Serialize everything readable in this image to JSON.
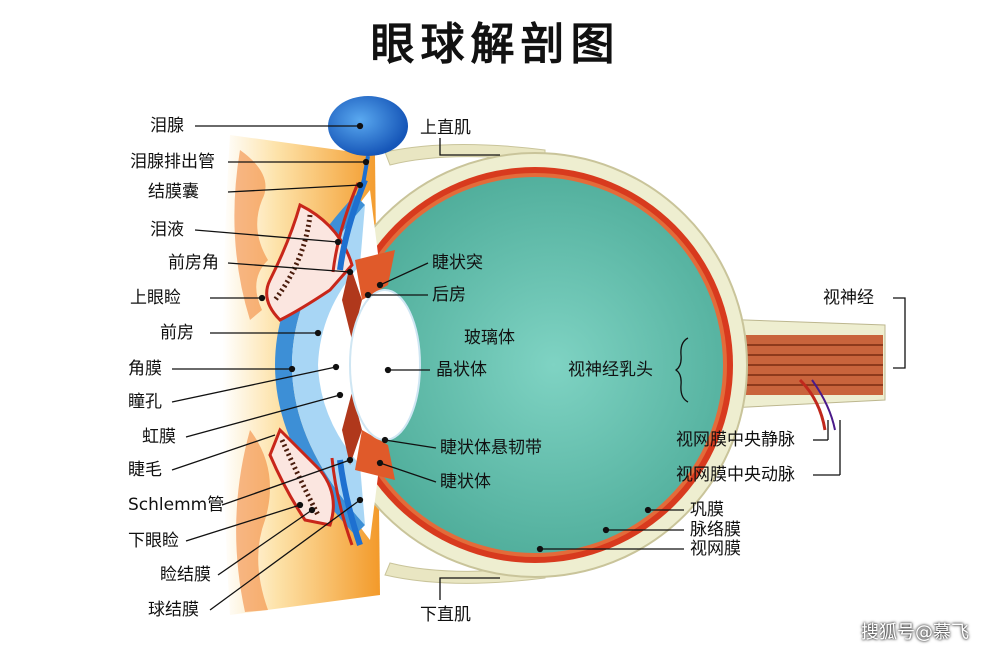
{
  "title": "眼球解剖图",
  "labels": {
    "lacrimal_gland": "泪腺",
    "lacrimal_duct": "泪腺排出管",
    "conjunctival_sac": "结膜囊",
    "tears": "泪液",
    "anterior_chamber_angle": "前房角",
    "upper_eyelid": "上眼睑",
    "anterior_chamber": "前房",
    "cornea": "角膜",
    "pupil": "瞳孔",
    "iris": "虹膜",
    "eyelash": "睫毛",
    "schlemm_canal": "Schlemm管",
    "lower_eyelid": "下眼睑",
    "palpebral_conjunctiva": "睑结膜",
    "bulbar_conjunctiva": "球结膜",
    "superior_rectus": "上直肌",
    "ciliary_process": "睫状突",
    "posterior_chamber": "后房",
    "vitreous": "玻璃体",
    "lens": "晶状体",
    "zonule": "睫状体悬韧带",
    "ciliary_body": "睫状体",
    "inferior_rectus": "下直肌",
    "optic_nerve": "视神经",
    "optic_disc": "视神经乳头",
    "central_retinal_vein": "视网膜中央静脉",
    "central_retinal_artery": "视网膜中央动脉",
    "sclera": "巩膜",
    "choroid": "脉络膜",
    "retina": "视网膜"
  },
  "watermark": "搜狐号@慕飞",
  "colors": {
    "vitreous": "#5fbfae",
    "sclera": "#eeeed0",
    "choroid": "#d83a1e",
    "cornea": "#3d8fd6",
    "gland": "#1e70d0",
    "skin": "#f7a83a"
  }
}
